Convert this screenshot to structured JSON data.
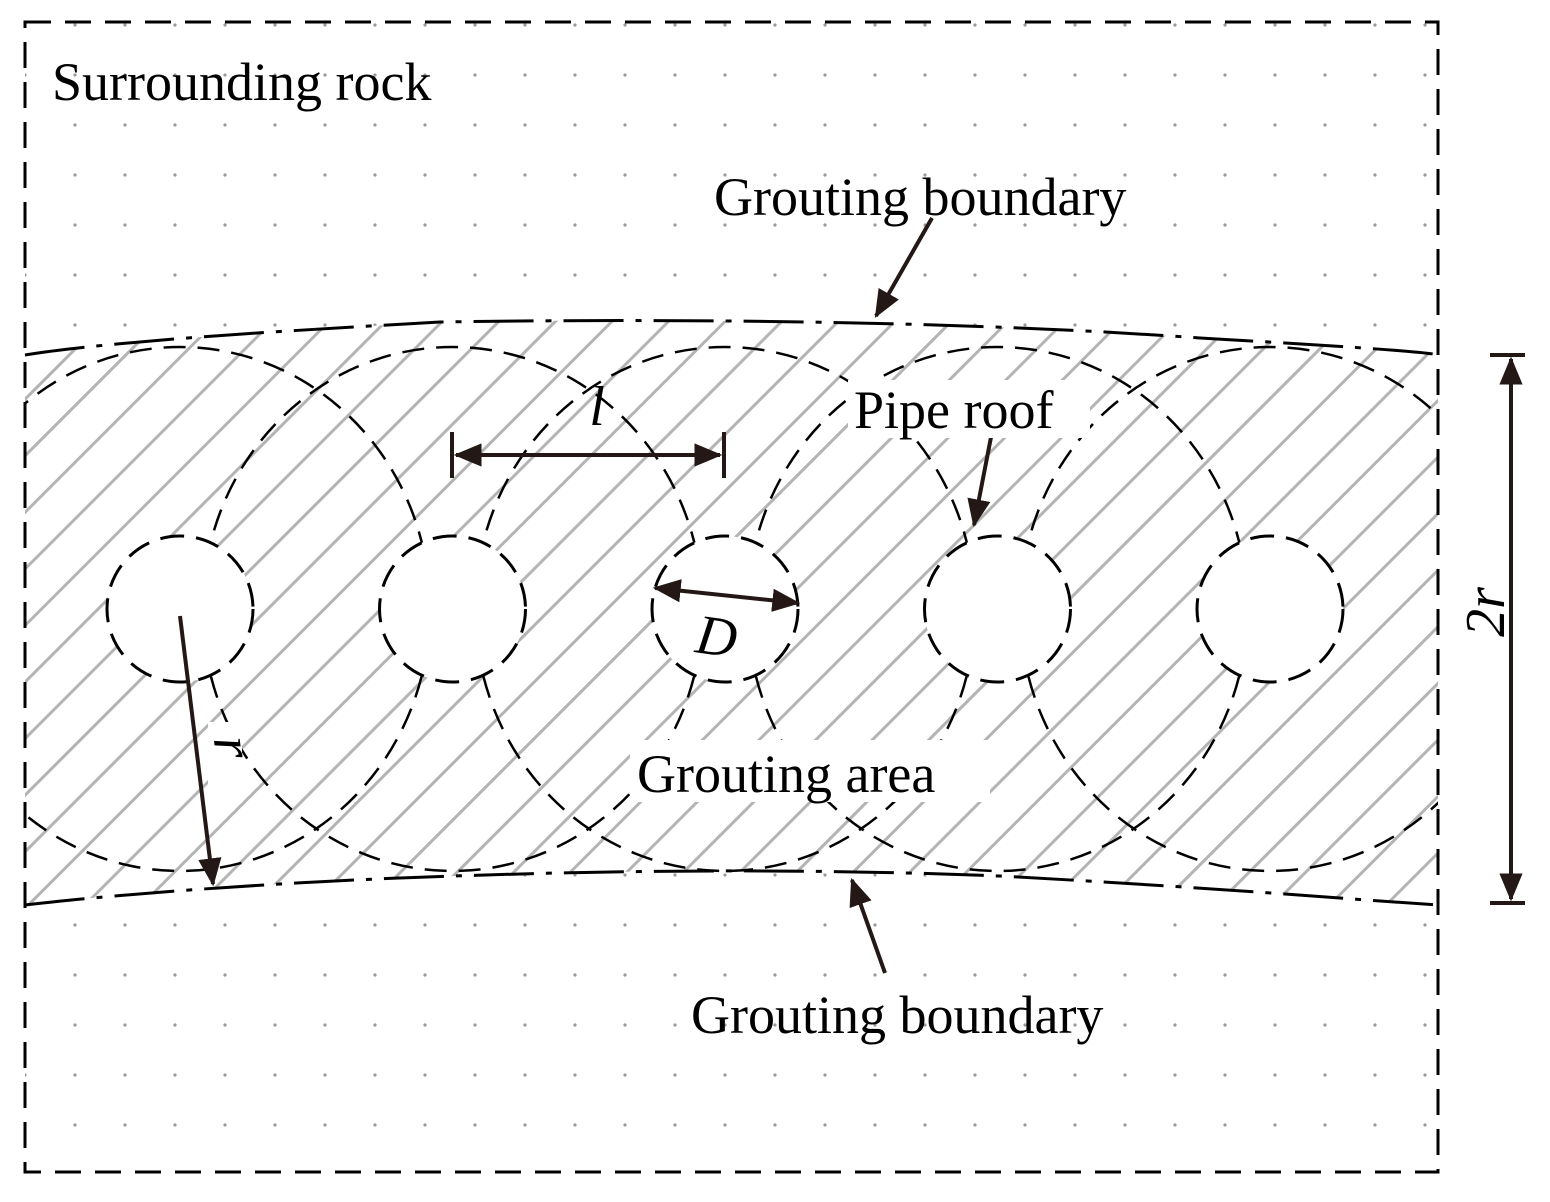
{
  "labels": {
    "surrounding_rock": "Surrounding rock",
    "grouting_boundary_top": "Grouting boundary",
    "pipe_roof": "Pipe roof",
    "grouting_area": "Grouting area",
    "grouting_boundary_bottom": "Grouting boundary"
  },
  "symbols": {
    "spacing": "l",
    "diameter": "D",
    "radius": "r",
    "thickness": "2r"
  },
  "colors": {
    "line": "#000000",
    "arrow": "#231816",
    "hatch": "#b4b4b4",
    "dots": "#9a9a9a",
    "background": "#ffffff"
  },
  "pipe_count": 5
}
